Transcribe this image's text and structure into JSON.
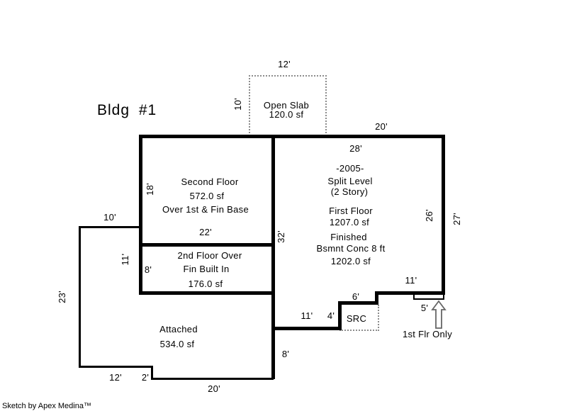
{
  "colors": {
    "wall": "#000000",
    "dotted_line": "#8c8c8c",
    "arrow_outline": "#666666",
    "text": "#000000",
    "background": "#ffffff"
  },
  "texts": {
    "title": "Bldg #1",
    "open_slab_1": "Open Slab",
    "open_slab_2": "120.0 sf",
    "year": "-2005-",
    "style": "Split Level",
    "stories": "(2 Story)",
    "first_floor_1": "First Floor",
    "first_floor_2": "1207.0 sf",
    "bsmt_1": "Finished",
    "bsmt_2": "Bsmnt Conc 8 ft",
    "bsmt_3": "1202.0 sf",
    "second_floor_1": "Second Floor",
    "second_floor_2": "572.0 sf",
    "second_floor_3": "Over 1st & Fin Base",
    "fin_built_1": "2nd Floor Over",
    "fin_built_2": "Fin Built In",
    "fin_built_3": "176.0 sf",
    "attached_1": "Attached",
    "attached_2": "534.0 sf",
    "src": "SRC",
    "stoop_note": "1st Flr Only",
    "watermark": "Sketch by Apex Medina™"
  },
  "dims": {
    "slab_width": "12'",
    "slab_height": "10'",
    "right_top_offset": "20'",
    "right_top_width": "28'",
    "right_inner_height": "26'",
    "right_outer_height": "27'",
    "shared_wall_height": "32'",
    "second_floor_height": "18'",
    "second_floor_width": "22'",
    "attached_top": "10'",
    "fin_built_left": "11'",
    "fin_built_height": "8'",
    "attached_left": "23'",
    "bottom_segment": "11'",
    "src_left": "4'",
    "src_top": "6'",
    "stoop_segment": "11'",
    "stoop_width": "5'",
    "attached_right": "8'",
    "attached_bottom_left": "12'",
    "attached_step": "2'",
    "attached_bottom": "20'"
  }
}
